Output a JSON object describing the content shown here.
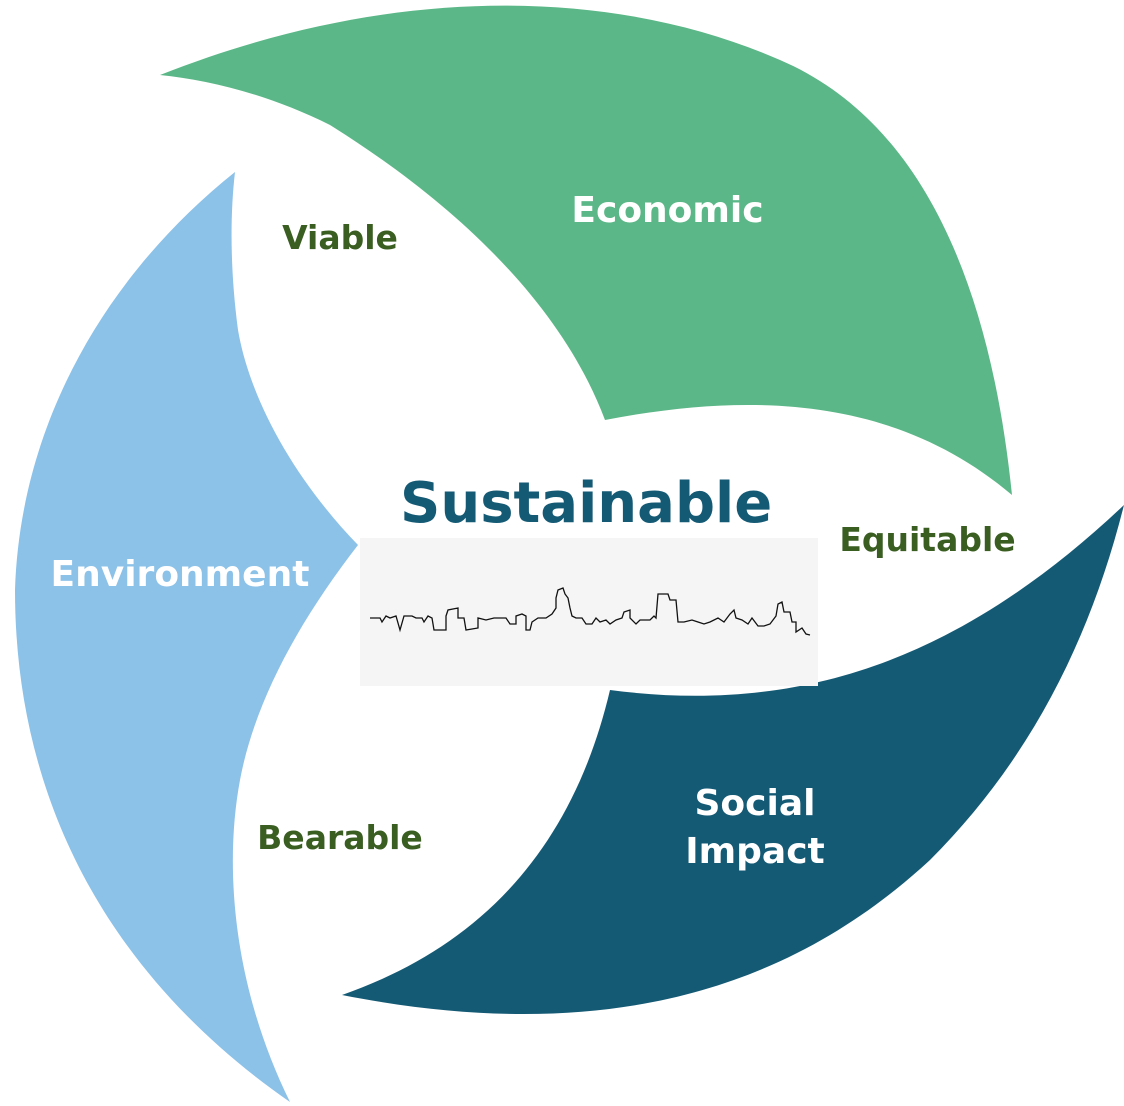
{
  "center": {
    "title": "Sustainable",
    "image_icon": "city-skyline-icon"
  },
  "segments": [
    {
      "id": "economic",
      "label": "Economic",
      "color": "#5bb787"
    },
    {
      "id": "environment",
      "label": "Environment",
      "color": "#8cc1e8"
    },
    {
      "id": "social",
      "lines": [
        "Social",
        "Impact"
      ],
      "color": "#155a75"
    }
  ],
  "overlaps": {
    "viable": "Viable",
    "equitable": "Equitable",
    "bearable": "Bearable",
    "color": "#3a5e22"
  },
  "title_color": "#155a75"
}
